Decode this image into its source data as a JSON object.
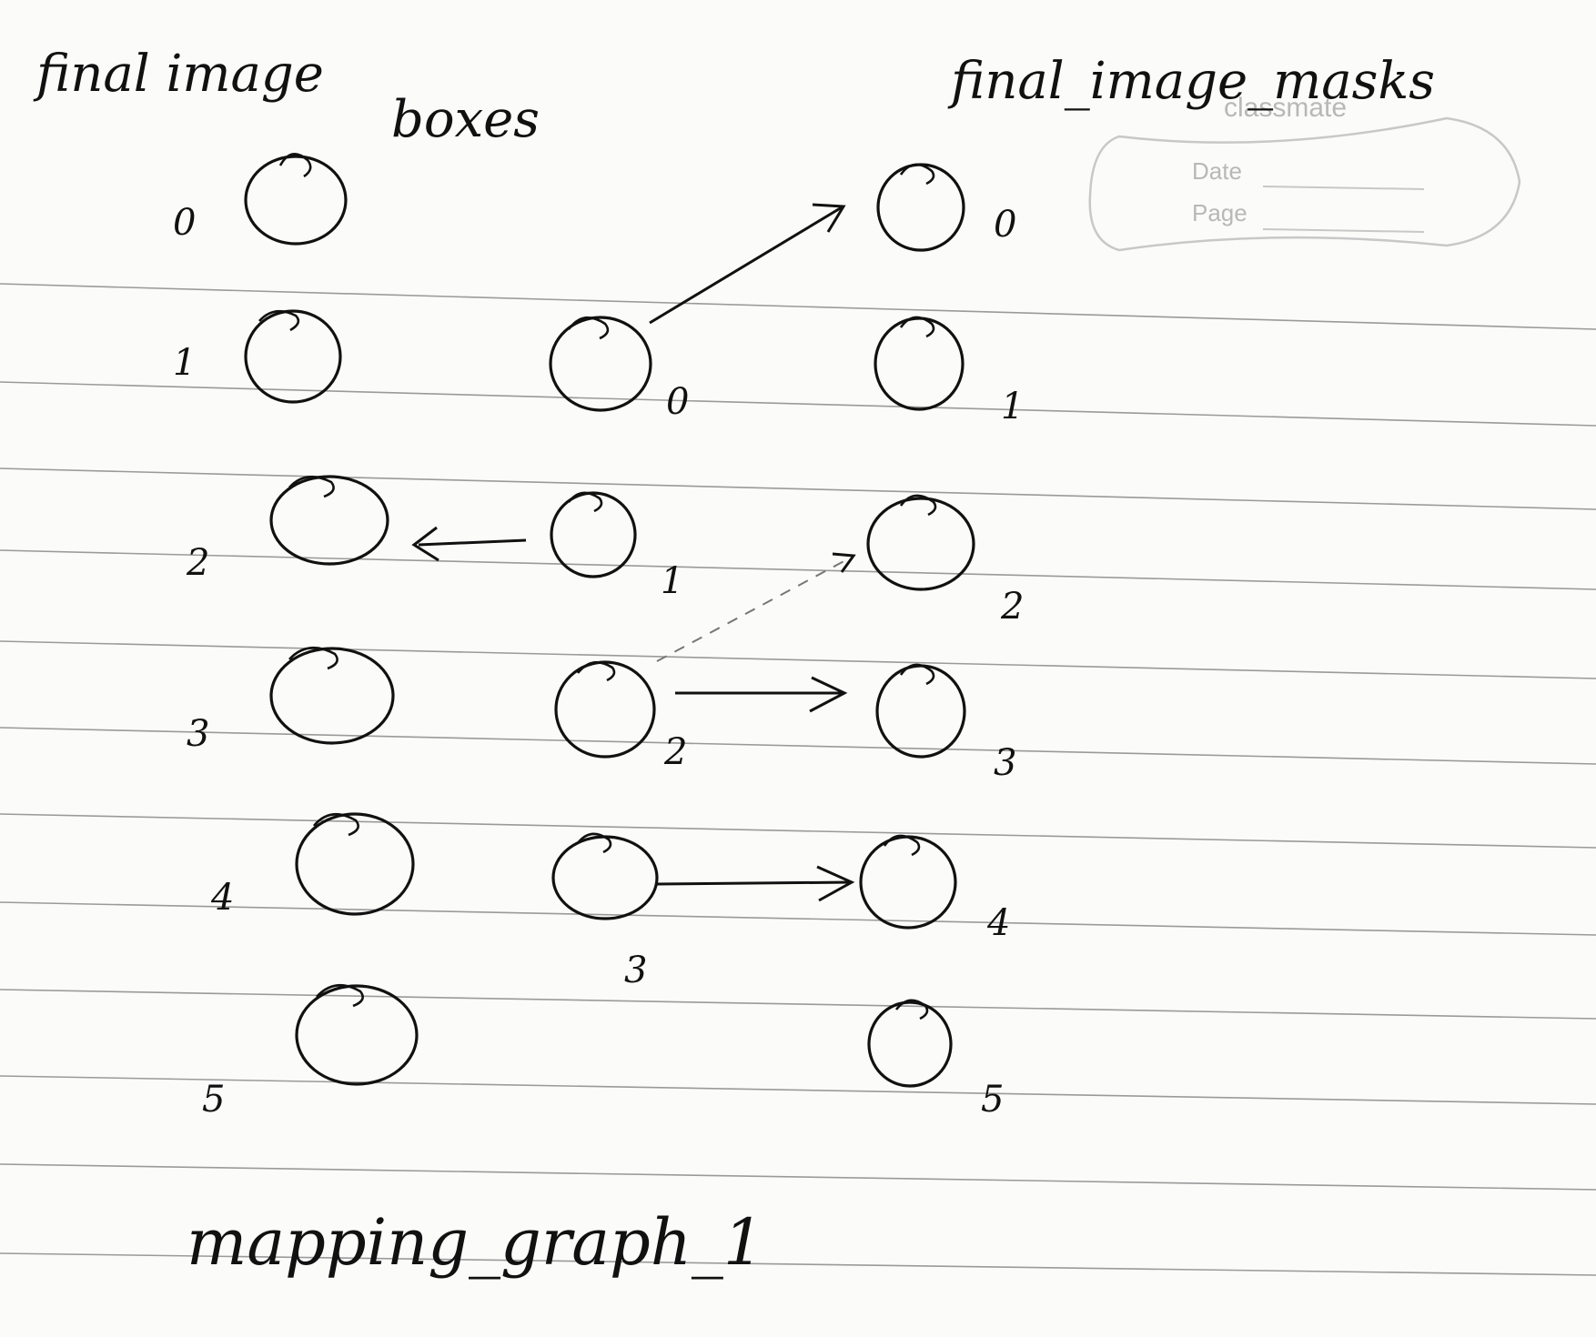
{
  "header": {
    "left_title_line1": "final image",
    "left_title_line2": "boxes",
    "right_title": "final_image_masks"
  },
  "stamp": {
    "brand": "classmate",
    "date_label": "Date",
    "page_label": "Page"
  },
  "columns": {
    "left": {
      "nodes": [
        {
          "id": "0",
          "label": "0"
        },
        {
          "id": "1",
          "label": "1"
        },
        {
          "id": "2",
          "label": "2"
        },
        {
          "id": "3",
          "label": "3"
        },
        {
          "id": "4",
          "label": "4"
        },
        {
          "id": "5",
          "label": "5"
        }
      ]
    },
    "middle": {
      "nodes": [
        {
          "id": "0",
          "label": "0"
        },
        {
          "id": "1",
          "label": "1"
        },
        {
          "id": "2",
          "label": "2"
        },
        {
          "id": "3",
          "label": "3"
        }
      ]
    },
    "right": {
      "nodes": [
        {
          "id": "0",
          "label": "0"
        },
        {
          "id": "1",
          "label": "1"
        },
        {
          "id": "2",
          "label": "2"
        },
        {
          "id": "3",
          "label": "3"
        },
        {
          "id": "4",
          "label": "4"
        },
        {
          "id": "5",
          "label": "5"
        }
      ]
    }
  },
  "edges": [
    {
      "from": "middle.0",
      "to": "right.0",
      "style": "solid"
    },
    {
      "from": "middle.1",
      "to": "left.2",
      "style": "solid"
    },
    {
      "from": "middle.2",
      "to": "right.2",
      "style": "dashed"
    },
    {
      "from": "middle.2",
      "to": "right.3",
      "style": "solid"
    },
    {
      "from": "middle.3",
      "to": "right.4",
      "style": "solid"
    }
  ],
  "footer": {
    "caption": "mapping_graph_1"
  }
}
